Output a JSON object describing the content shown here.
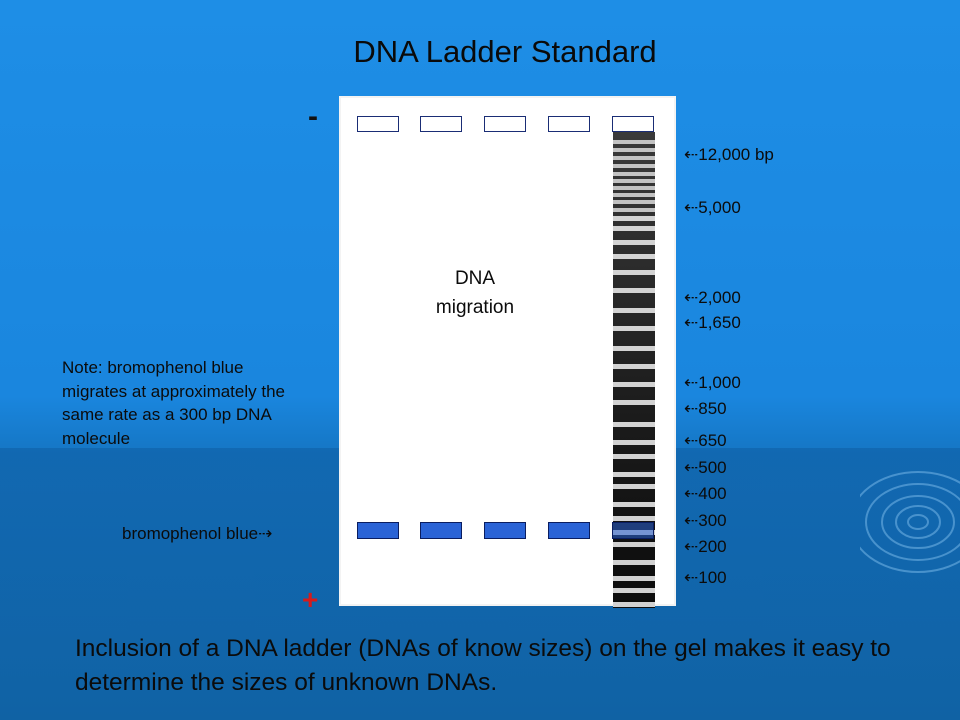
{
  "title": "DNA Ladder Standard",
  "electrodes": {
    "negative": "-",
    "positive": "+"
  },
  "migration_label": {
    "line1": "DNA",
    "line2": "migration"
  },
  "note": "Note: bromophenol blue migrates at approximately the same rate as a 300 bp DNA molecule",
  "dye_label": "bromophenol blue",
  "ladder_sizes": [
    "12,000 bp",
    "5,000",
    "2,000",
    "1,650",
    "1,000",
    "850",
    "650",
    "500",
    "400",
    "300",
    "200",
    "100"
  ],
  "caption": "Inclusion of a DNA ladder (DNAs of know sizes) on the gel makes it easy to determine the sizes of unknown DNAs.",
  "colors": {
    "background": "#1e8ee6",
    "dye": "#2a63d6",
    "positive": "#d81a1a"
  },
  "icons": {
    "size_pointer": "left-arrow-icon",
    "dye_pointer": "right-arrow-icon"
  }
}
